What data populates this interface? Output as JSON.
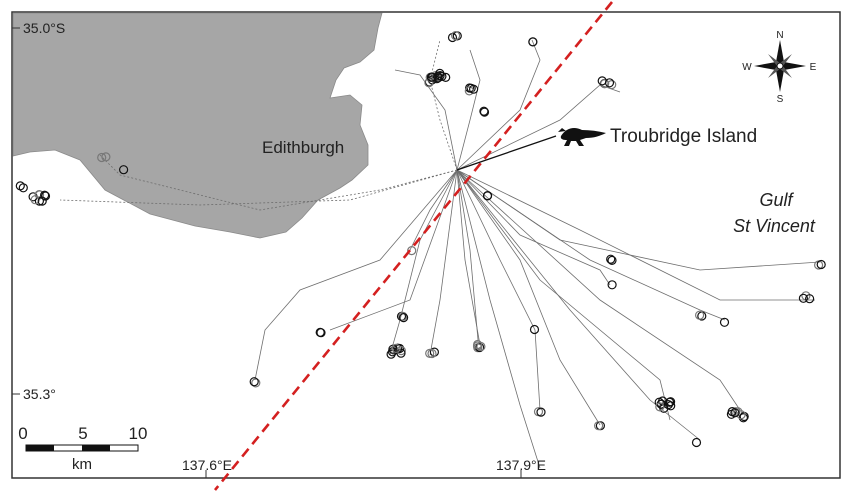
{
  "map": {
    "place_label": "Edithburgh",
    "colony_label": "Troubridge Island",
    "water_label_line1": "Gulf",
    "water_label_line2": "St Vincent",
    "lat_top": "35.0°S",
    "lat_bottom": "35.3°",
    "lon_left": "137.6°E",
    "lon_right": "137.9°E",
    "colors": {
      "land": "#a6a6a6",
      "divider_line": "#d42020",
      "track_line": "#6e6e6e"
    }
  },
  "scale_bar": {
    "tick_0": "0",
    "tick_5": "5",
    "tick_10": "10",
    "unit": "km"
  },
  "compass": {
    "north": "N",
    "south": "S",
    "east": "E",
    "west": "W"
  }
}
